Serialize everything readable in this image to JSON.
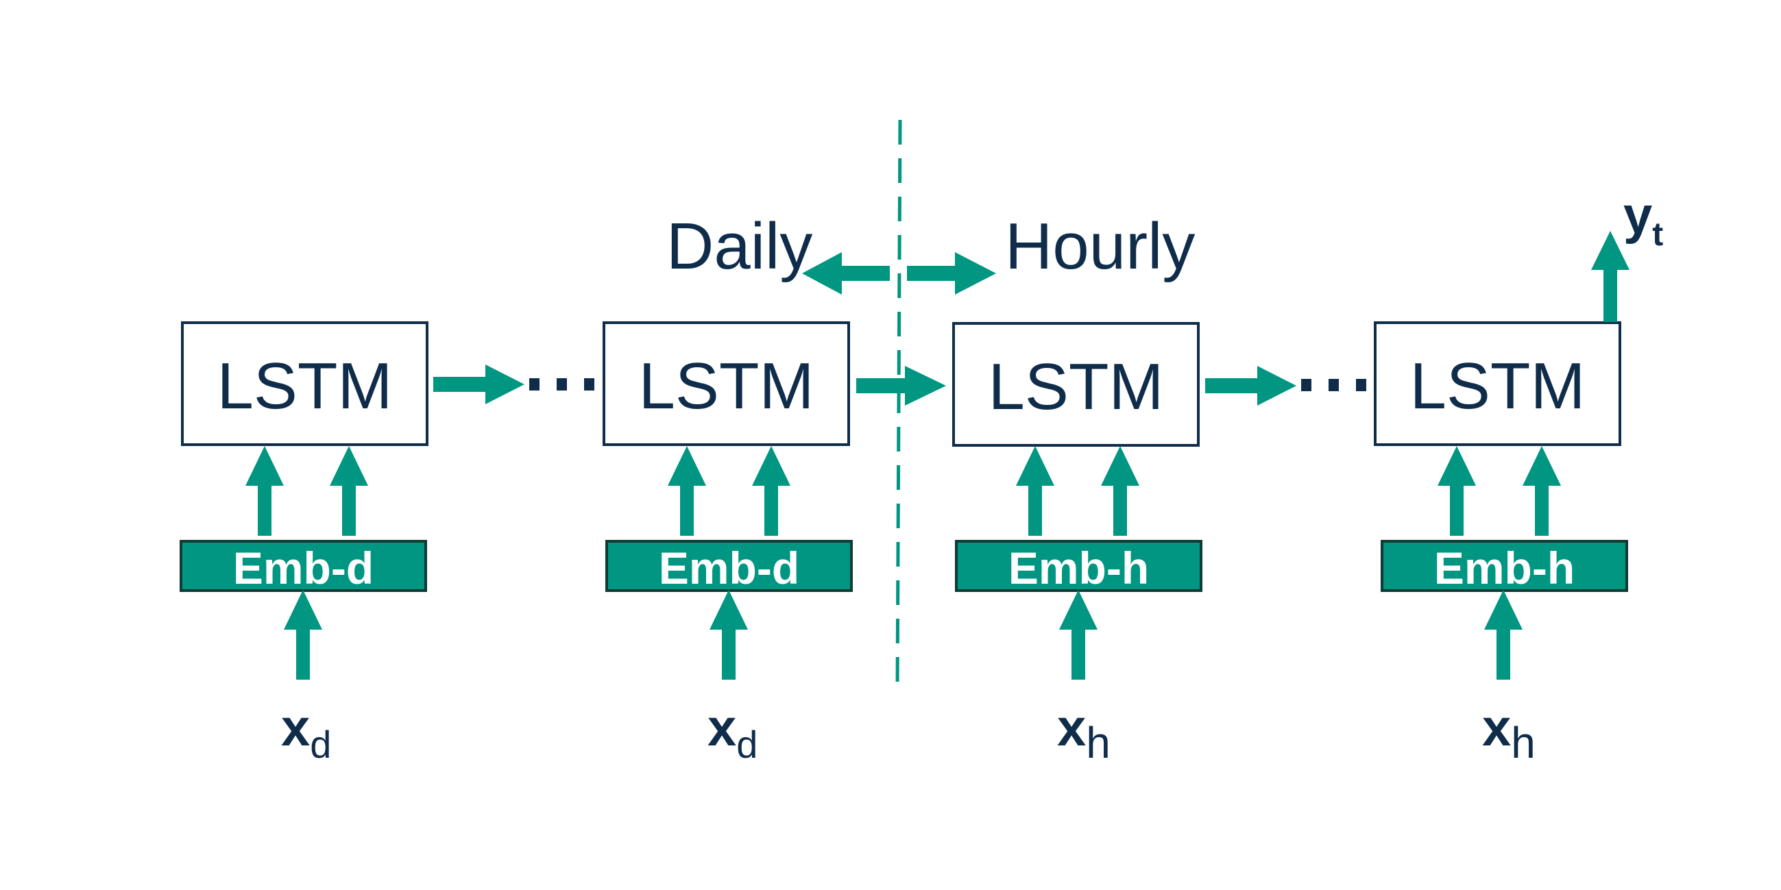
{
  "colors": {
    "teal": "#009682",
    "navy": "#0f2d4a",
    "emb_border": "#0e3b33",
    "white": "#ffffff"
  },
  "header": {
    "daily_label": "Daily",
    "hourly_label": "Hourly"
  },
  "blocks": [
    {
      "lstm_label": "LSTM",
      "emb_label": "Emb-d",
      "input_main": "x",
      "input_sub": "d"
    },
    {
      "lstm_label": "LSTM",
      "emb_label": "Emb-d",
      "input_main": "x",
      "input_sub": "d"
    },
    {
      "lstm_label": "LSTM",
      "emb_label": "Emb-h",
      "input_main": "x",
      "input_sub": "h"
    },
    {
      "lstm_label": "LSTM",
      "emb_label": "Emb-h",
      "input_main": "x",
      "input_sub": "h"
    }
  ],
  "output": {
    "main": "y",
    "sub": "t"
  }
}
